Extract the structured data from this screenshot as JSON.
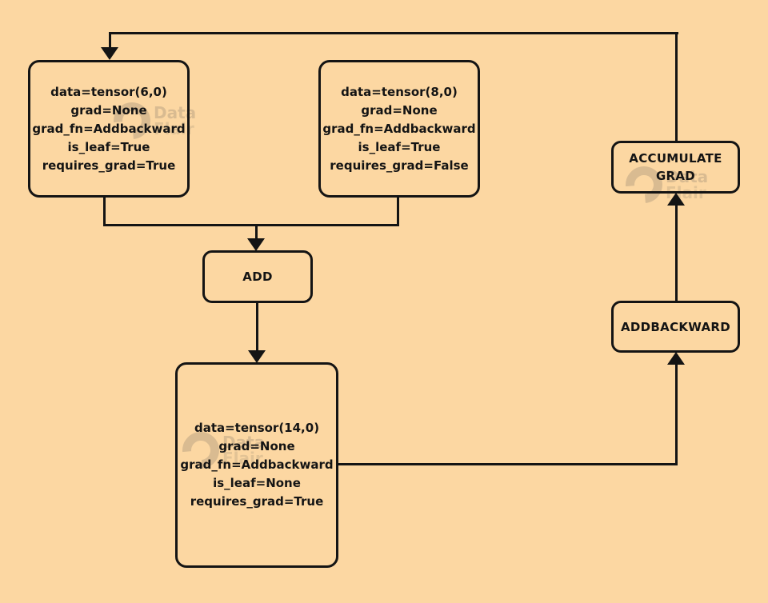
{
  "colors": {
    "background": "#fcd7a2",
    "stroke": "#141414",
    "text": "#141414",
    "watermark": "#6f675c"
  },
  "watermark": {
    "line1": "Data",
    "line2": "Flair"
  },
  "nodes": {
    "tensor_a": {
      "lines": [
        "data=tensor(6,0)",
        "grad=None",
        "grad_fn=Addbackward",
        "is_leaf=True",
        "requires_grad=True"
      ]
    },
    "tensor_b": {
      "lines": [
        "data=tensor(8,0)",
        "grad=None",
        "grad_fn=Addbackward",
        "is_leaf=True",
        "requires_grad=False"
      ]
    },
    "result": {
      "lines": [
        "data=tensor(14,0)",
        "grad=None",
        "grad_fn=Addbackward",
        "is_leaf=None",
        "requires_grad=True"
      ]
    },
    "add": {
      "label": "ADD"
    },
    "addbackward": {
      "label": "ADDBACKWARD"
    },
    "accumulate_grad": {
      "lines": [
        "ACCUMULATE",
        "GRAD"
      ]
    }
  }
}
